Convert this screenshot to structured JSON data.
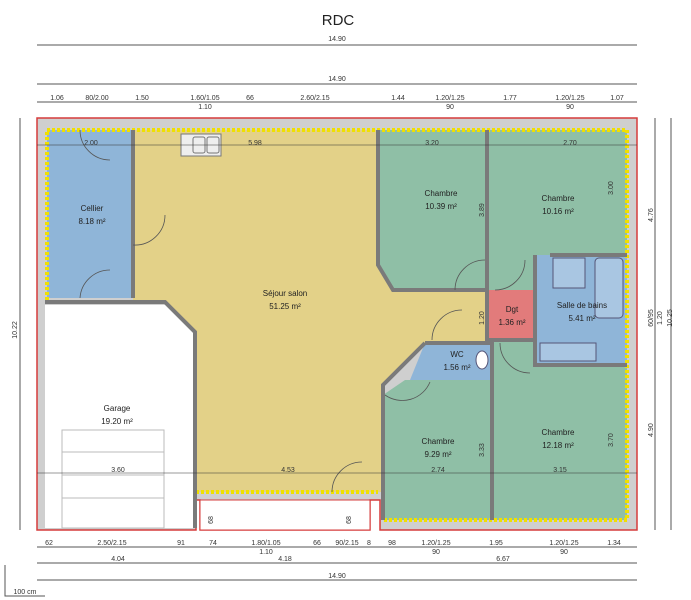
{
  "title": "RDC",
  "colors": {
    "living": "#e3d188",
    "bedroom": "#8fbfa6",
    "wet": "#8fb5d8",
    "hall": "#e27b7b",
    "wall": "#7a7a7a",
    "exterior": "#d63c3c",
    "insulation": "#f0e000"
  },
  "rooms": {
    "cellier": {
      "name": "Cellier",
      "area": "8.18 m²"
    },
    "sejour": {
      "name": "Séjour salon",
      "area": "51.25 m²"
    },
    "garage": {
      "name": "Garage",
      "area": "19.20 m²"
    },
    "chambre1": {
      "name": "Chambre",
      "area": "10.39 m²"
    },
    "chambre2": {
      "name": "Chambre",
      "area": "10.16 m²"
    },
    "dgt": {
      "name": "Dgt",
      "area": "1.36 m²"
    },
    "sdb": {
      "name": "Salle de bains",
      "area": "5.41 m²"
    },
    "wc": {
      "name": "WC",
      "area": "1.56 m²"
    },
    "chambre3": {
      "name": "Chambre",
      "area": "9.29 m²"
    },
    "chambre4": {
      "name": "Chambre",
      "area": "12.18 m²"
    }
  },
  "dims": {
    "top_total": "14.90",
    "top_total2": "14.90",
    "top_row": [
      "1.06",
      "80/2.00",
      "1.50",
      "1.60/1.05",
      "66",
      "2.60/2.15",
      "1.44",
      "1.20/1.25",
      "1.77",
      "1.20/1.25",
      "1.07"
    ],
    "top_sub": [
      "1.10",
      "90",
      "90"
    ],
    "bottom_row": [
      "62",
      "2.50/2.15",
      "91",
      "74",
      "1.80/1.05",
      "66",
      "90/2.15",
      "8",
      "98",
      "1.20/1.25",
      "1.95",
      "1.20/1.25",
      "1.34"
    ],
    "bottom_sub": [
      "1.10",
      "90",
      "90"
    ],
    "bottom_mid": [
      "4.04",
      "4.18",
      "6.67"
    ],
    "bottom_total": "14.90",
    "left": "10.22",
    "right": [
      "4.76",
      "60/95",
      "1.20",
      "4.90",
      "10.25"
    ],
    "interior": [
      "2.00",
      "5.98",
      "3.20",
      "2.70",
      "3.89",
      "3.00",
      "1.20",
      "3.33",
      "3.70",
      "3.60",
      "4.53",
      "2.74",
      "3.15",
      "68",
      "68"
    ],
    "scale": "100 cm"
  }
}
